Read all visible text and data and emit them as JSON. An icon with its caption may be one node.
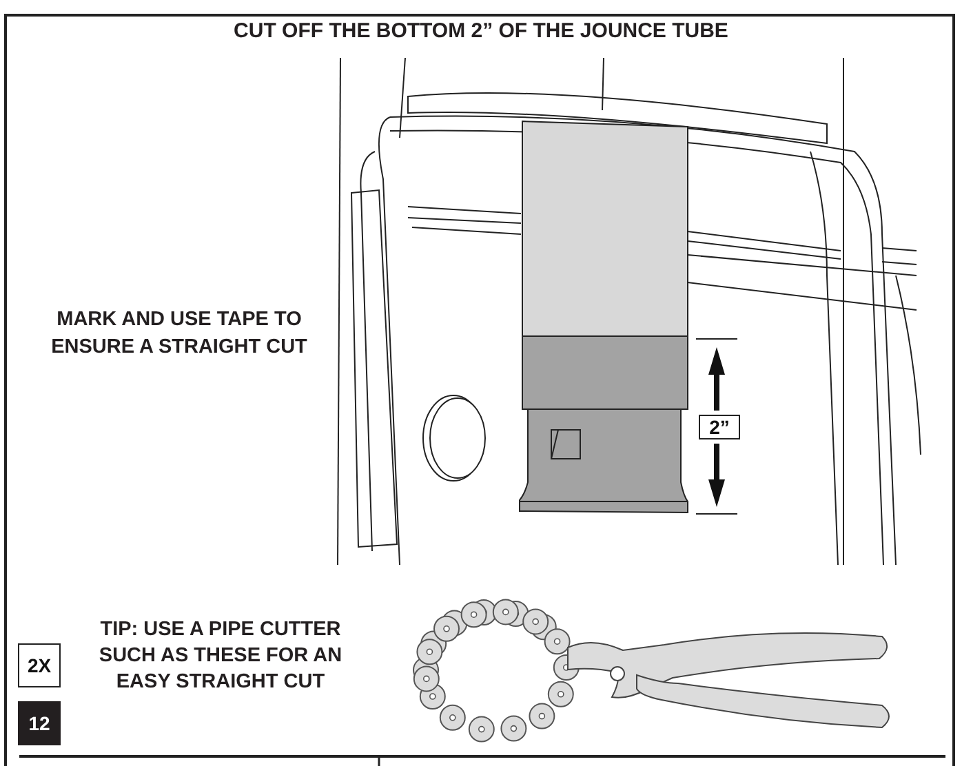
{
  "diagram": {
    "title": "CUT OFF THE BOTTOM 2” OF THE JOUNCE TUBE",
    "nodes": [
      {
        "text": [
          "2”"
        ]
      },
      {
        "text": [
          "2X"
        ]
      },
      {
        "text": [
          "12"
        ]
      }
    ],
    "labels": [
      "MARK AND USE TAPE TO ENSURE A STRAIGHT CUT",
      "TIP: USE A PIPE CUTTER SUCH AS THESE FOR AN EASY STRAIGHT CUT"
    ]
  }
}
